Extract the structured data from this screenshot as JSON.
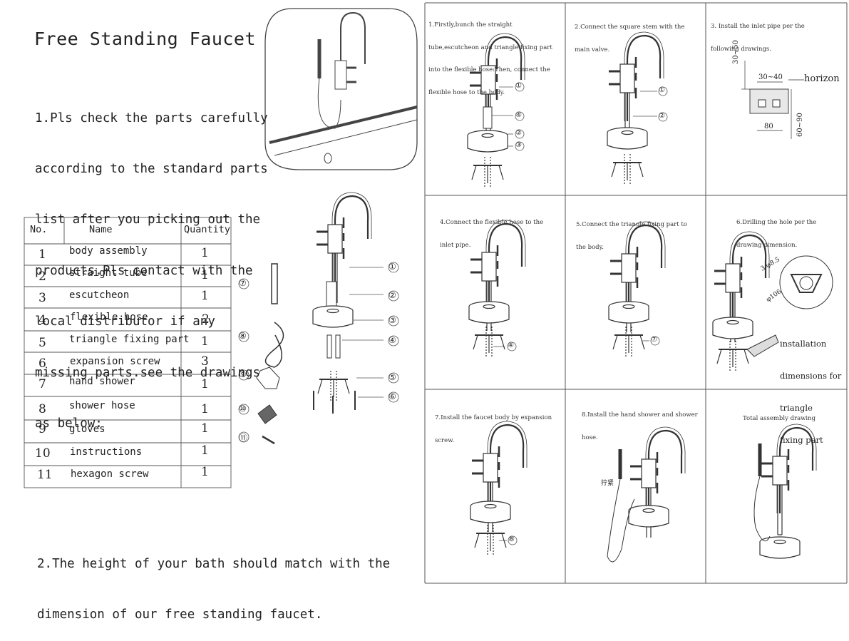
{
  "title": "Free Standing Faucet",
  "intro_lines": [
    "1.Pls check the parts carefully",
    "according to the standard parts",
    "list after you picking out the",
    "products.Pls contact with the",
    "local distributor if any",
    "missing parts.see the drawings",
    "as below:"
  ],
  "table": {
    "headers": [
      "No.",
      "Name",
      "Quantity"
    ],
    "rows": [
      {
        "no": "1",
        "name": "body assembly",
        "qty": "1"
      },
      {
        "no": "2",
        "name": "straight tube",
        "qty": "1"
      },
      {
        "no": "3",
        "name": "escutcheon",
        "qty": "1"
      },
      {
        "no": "4",
        "name": "flexible hose",
        "qty": "2"
      },
      {
        "no": "5",
        "name": "triangle fixing part",
        "qty": "1"
      },
      {
        "no": "6",
        "name": "expansion screw",
        "qty": "3"
      },
      {
        "no": "7",
        "name": "hand shower",
        "qty": "1"
      },
      {
        "no": "8",
        "name": "shower hose",
        "qty": "1"
      },
      {
        "no": "9",
        "name": "gloves",
        "qty": "1"
      },
      {
        "no": "10",
        "name": "instructions",
        "qty": "1"
      },
      {
        "no": "11",
        "name": "hexagon screw",
        "qty": "1"
      }
    ]
  },
  "bottom_lines": [
    "2.The height of your bath should match with the",
    "dimension of our free standing faucet."
  ],
  "callouts": [
    "①",
    "②",
    "③",
    "④",
    "⑤",
    "⑥",
    "⑦",
    "⑧",
    "⑨",
    "⑩",
    "⑪"
  ],
  "panels": [
    {
      "lines": [
        "1.Firstly,bunch the straight",
        "tube,escutcheon and triangle fixing part",
        "into the flexible hose:Then, connect the",
        "flexible hose to the body."
      ]
    },
    {
      "lines": [
        "2.Connect the square stem with the",
        "main valve."
      ]
    },
    {
      "lines": [
        "3. Install the inlet pipe per the",
        "following drawings."
      ]
    },
    {
      "lines": [
        "4.Connect the flexible hose to the",
        "inlet pipe."
      ]
    },
    {
      "lines": [
        "5.Connect the triangle fixing part to",
        "the body."
      ]
    },
    {
      "lines": [
        "6.Drilling the hole per the",
        "drawing dimension."
      ]
    },
    {
      "lines": [
        "7.Install the faucet body by expansion",
        "screw."
      ]
    },
    {
      "lines": [
        "8.Install the hand shower and shower",
        "hose."
      ]
    },
    {
      "lines": [
        "Total assembly drawing"
      ]
    }
  ],
  "dimensions": {
    "d1": "30~50",
    "d2": "30~40",
    "d3": "80",
    "d4": "60~90",
    "horizon": "horizon"
  },
  "drill": {
    "holes": "3-φ8.5",
    "dia": "φ106"
  },
  "install_note_lines": [
    "installation",
    "dimensions for",
    "triangle",
    "fixing part"
  ],
  "tighten_label": "拧紧"
}
